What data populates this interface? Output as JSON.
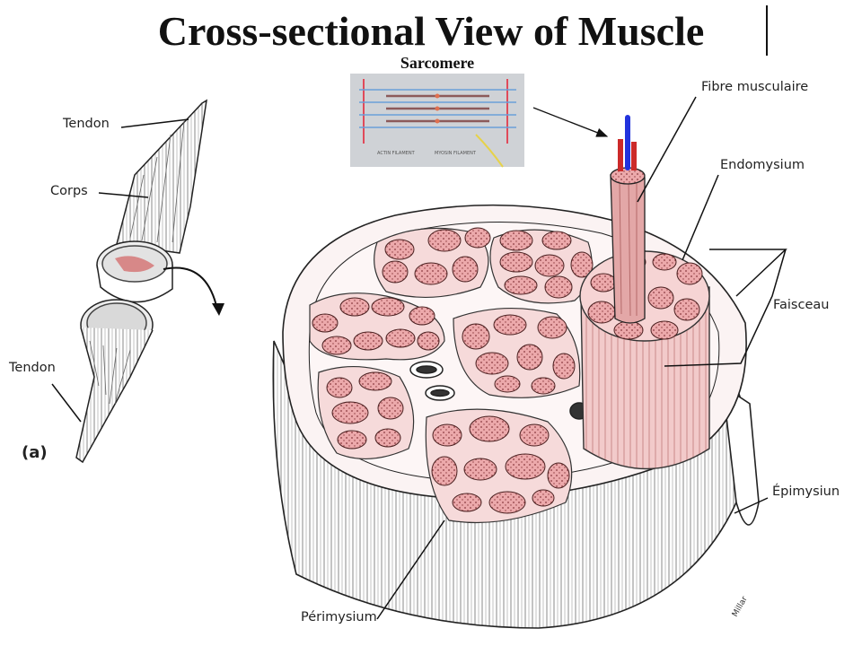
{
  "title": "Cross-sectional View of Muscle",
  "inset": {
    "label": "Sarcomere",
    "sublabels": [
      "ACTIN FILAMENT",
      "MYOSIN FILAMENT"
    ]
  },
  "labels": {
    "tendon_top": "Tendon",
    "corps": "Corps",
    "tendon_bottom": "Tendon",
    "panel": "(a)",
    "fibre": "Fibre musculaire",
    "endomysium": "Endomysium",
    "faisceau": "Faisceau",
    "epimysium": "Épimysiun",
    "perimysium": "Périmysium",
    "signature": "Millar"
  },
  "colors": {
    "fibre_fill": "#e8a0a0",
    "fibre_dark": "#b85c5c",
    "fascicle_fill": "#f6dcdc",
    "inset_bg": "#cfd2d6",
    "outline": "#222222"
  }
}
